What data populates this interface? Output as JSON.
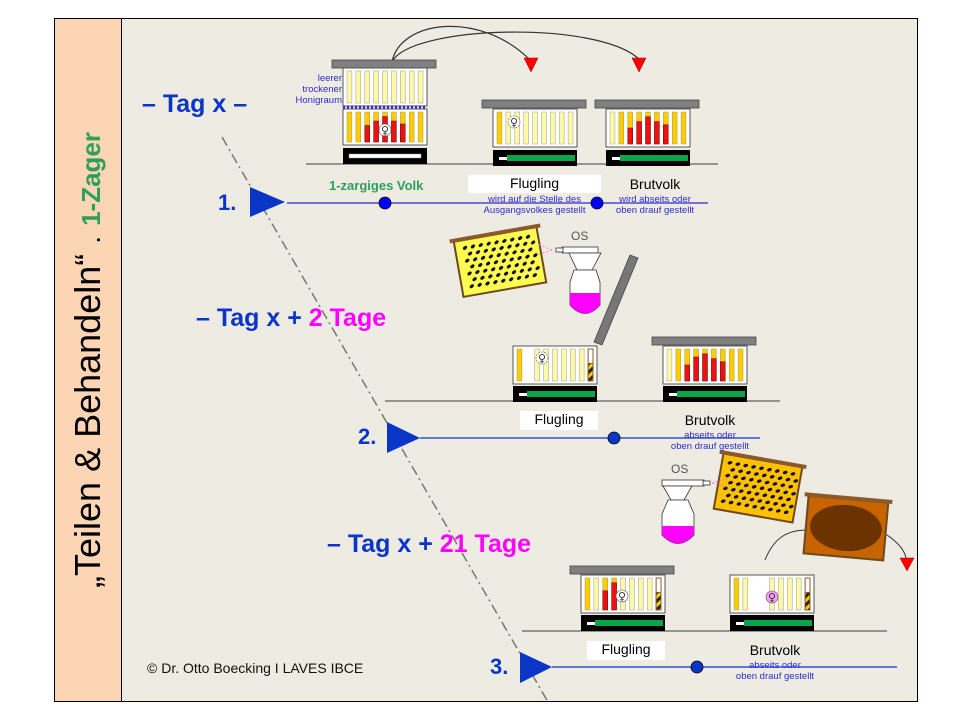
{
  "sidebar": {
    "title_quote_open": "„",
    "title": "Teilen & Behandeln",
    "title_quote_close": "“",
    "separator": ".",
    "subtitle": "1-Zager"
  },
  "stages": [
    {
      "day_prefix": "– Tag x –",
      "day_suffix": "",
      "step": "1.",
      "source_label": "1-zargiges Volk",
      "honey_super_note": [
        "leerer",
        "trockener",
        "Honigraum"
      ],
      "flugling": {
        "label": "Flugling",
        "note": [
          "wird auf die Stelle des",
          "Ausgangsvolkes gestellt"
        ]
      },
      "brutvolk": {
        "label": "Brutvolk",
        "note": [
          "wird abseits oder",
          "oben drauf gestellt"
        ]
      }
    },
    {
      "day_prefix": "– Tag x + ",
      "day_suffix": "2 Tage",
      "step": "2.",
      "treatment_label": "OS",
      "flugling": {
        "label": "Flugling"
      },
      "brutvolk": {
        "label": "Brutvolk",
        "note": [
          "abseits oder",
          "oben drauf gestellt"
        ]
      }
    },
    {
      "day_prefix": "– Tag x + ",
      "day_suffix": "21 Tage",
      "step": "3.",
      "treatment_label": "OS",
      "flugling": {
        "label": "Flugling"
      },
      "brutvolk": {
        "label": "Brutvolk",
        "note": [
          "abseits oder",
          "oben drauf gestellt"
        ]
      }
    }
  ],
  "queen_symbol": "♀",
  "copyright": "© Dr. Otto Boecking I LAVES IBCE",
  "colors": {
    "background": "#eeebe2",
    "sidebar": "#fcd5b5",
    "accent_blue": "#0a36c8",
    "magenta": "#ff00ff",
    "green": "#2e9e5b",
    "brood_red": "#ee1111",
    "honey_yellow": "#ffcc00",
    "empty_comb": "#fdf9a6"
  }
}
